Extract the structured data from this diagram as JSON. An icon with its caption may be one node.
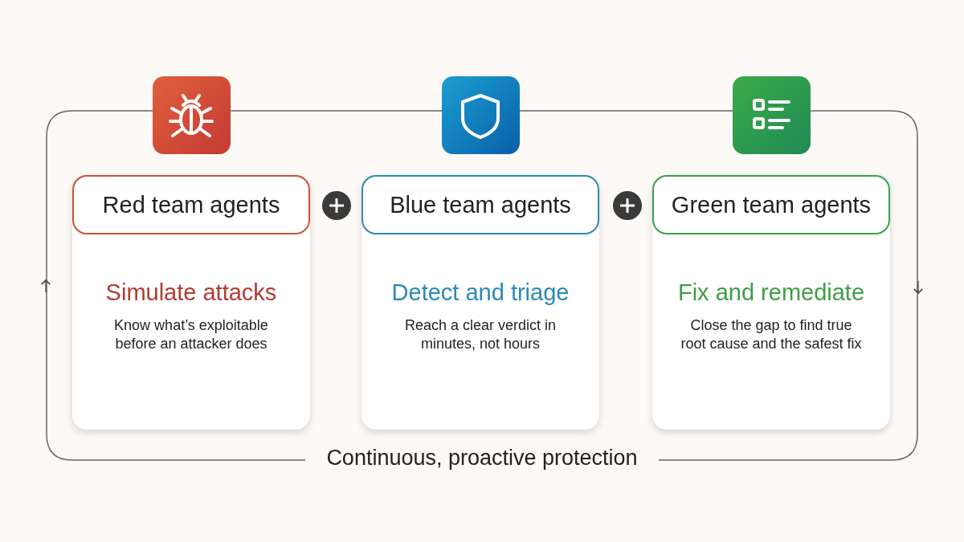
{
  "diagram": {
    "nodes": [
      {
        "text": [
          "Red team agents",
          "Simulate attacks",
          "Know what’s exploitable before an attacker does"
        ]
      },
      {
        "text": [
          "Blue team agents",
          "Detect and triage",
          "Reach a clear verdict in minutes, not hours"
        ]
      },
      {
        "text": [
          "Green team agents",
          "Fix and remediate",
          "Close the gap to find true root cause and the safest fix"
        ]
      }
    ],
    "labels": [
      "Continuous, proactive protection"
    ]
  }
}
